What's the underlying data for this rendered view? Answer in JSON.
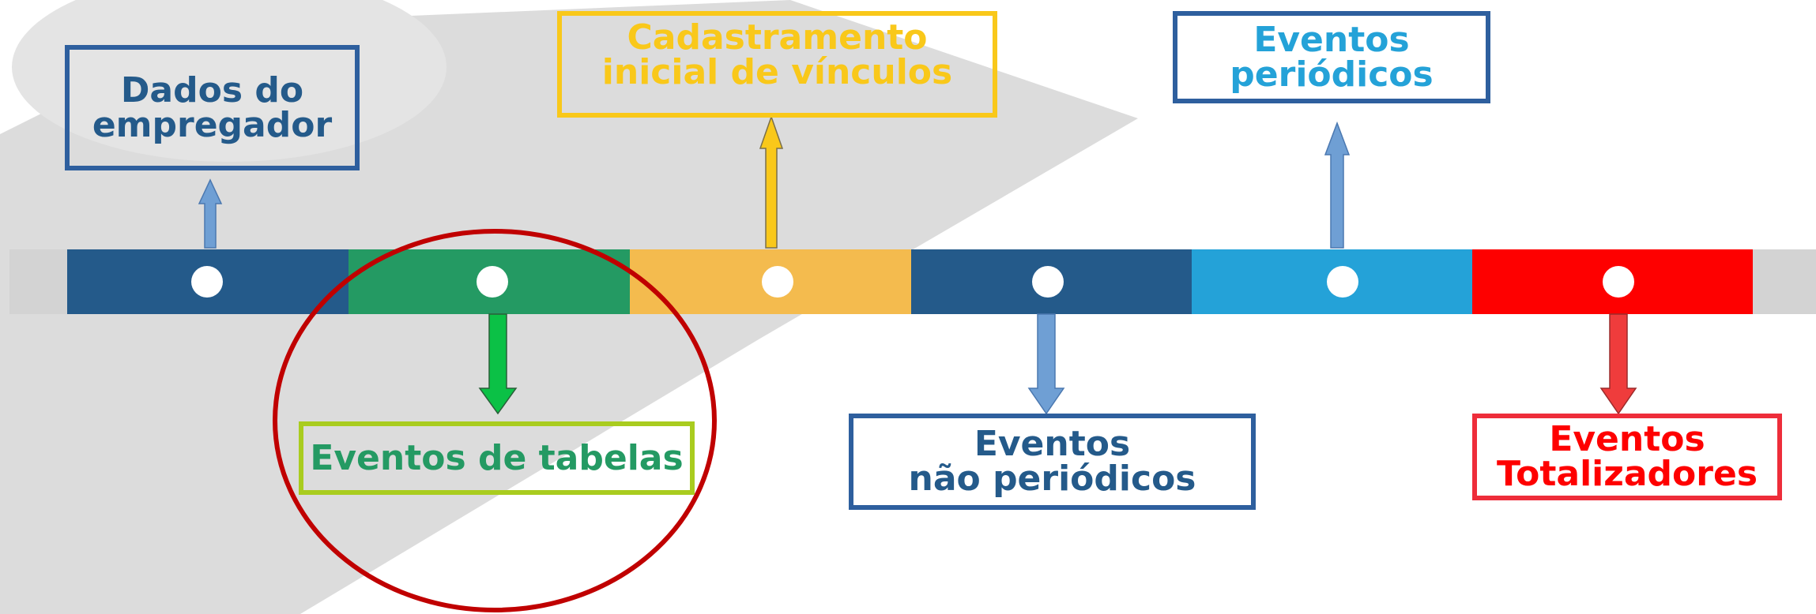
{
  "colors": {
    "background_shape": "#dcdcdc",
    "timeline_track": "#d3d3d3",
    "navy": "#245a8a",
    "green": "#249a63",
    "amber": "#f4bb4e",
    "sky": "#24a2d8",
    "red": "#fe0000",
    "circle_outline": "#c00000"
  },
  "timeline": {
    "stages": [
      {
        "color": "#245a8a"
      },
      {
        "color": "#249a63"
      },
      {
        "color": "#f4bb4e"
      },
      {
        "color": "#245a8a"
      },
      {
        "color": "#24a2d8"
      },
      {
        "color": "#fe0000"
      }
    ]
  },
  "labels": {
    "dados": {
      "line1": "Dados do",
      "line2": "empregador",
      "text_color": "#245a8a",
      "border_color": "#2e5f9e"
    },
    "cadastramento": {
      "line1": "Cadastramento",
      "line2": "inicial de vínculos",
      "text_color": "#f9c81a",
      "border_color": "#f9c81a"
    },
    "periodicos": {
      "line1": "Eventos",
      "line2": "periódicos",
      "text_color": "#24a2d8",
      "border_color": "#2e5f9e"
    },
    "tabelas": {
      "line1": "Eventos de tabelas",
      "text_color": "#249a63",
      "border_color": "#a9cc1f"
    },
    "nao_periodicos": {
      "line1": "Eventos",
      "line2": "não periódicos",
      "text_color": "#245a8a",
      "border_color": "#2e5f9e"
    },
    "totalizadores": {
      "line1": "Eventos",
      "line2": "Totalizadores",
      "text_color": "#fe0000",
      "border_color": "#ee2d3a"
    }
  },
  "arrow_colors": {
    "blue": "#6f9fd4",
    "yellow": "#f9c81a",
    "green": "#0bc146",
    "red": "#ef3c3c"
  }
}
